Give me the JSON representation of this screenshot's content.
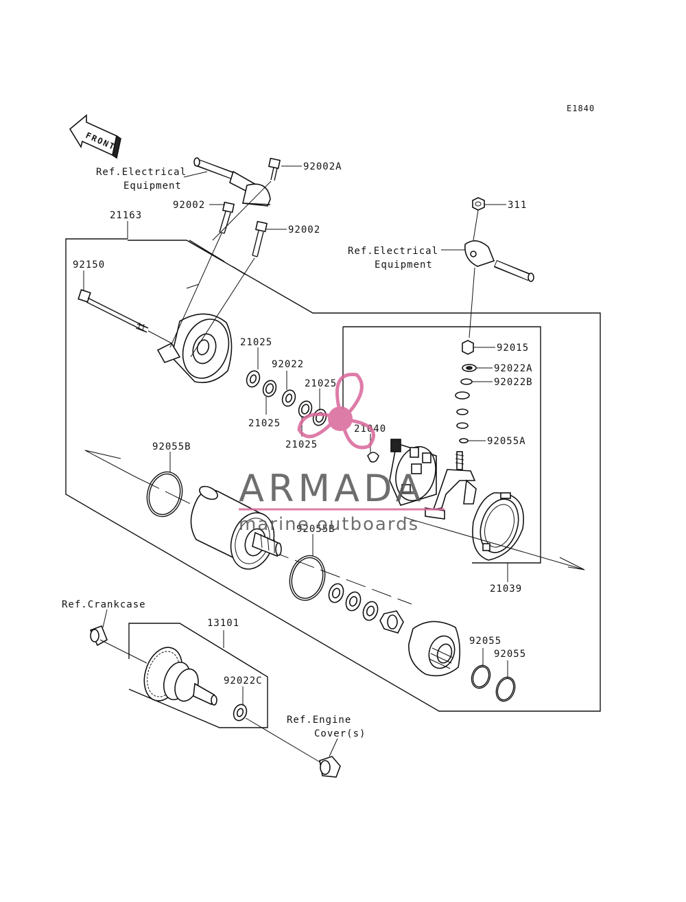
{
  "diagram": {
    "code": "E1840",
    "front_label": "FRONT",
    "callouts": {
      "p92002A": "92002A",
      "p92002_top": "92002",
      "p92002_right": "92002",
      "p21163": "21163",
      "p92150": "92150",
      "p311": "311",
      "p92015": "92015",
      "p92022A": "92022A",
      "p92022B": "92022B",
      "p92055A": "92055A",
      "p21025_a": "21025",
      "p92022": "92022",
      "p21025_b": "21025",
      "p21025_c": "21025",
      "p21025_d": "21025",
      "p21040": "21040",
      "p92055B_left": "92055B",
      "p92055B_mid": "92055B",
      "p21039": "21039",
      "p13101": "13101",
      "p92022C": "92022C",
      "p92055_a": "92055",
      "p92055_b": "92055"
    },
    "refs": {
      "elec1_line1": "Ref.Electrical",
      "elec1_line2": "Equipment",
      "elec2_line1": "Ref.Electrical",
      "elec2_line2": "Equipment",
      "crankcase": "Ref.Crankcase",
      "engine_line1": "Ref.Engine",
      "engine_line2": "Cover(s)"
    }
  },
  "watermark": {
    "brand": "ARMADA",
    "tagline": "marine outboards",
    "accent_color": "#d9669a",
    "text_color": "#555555"
  }
}
